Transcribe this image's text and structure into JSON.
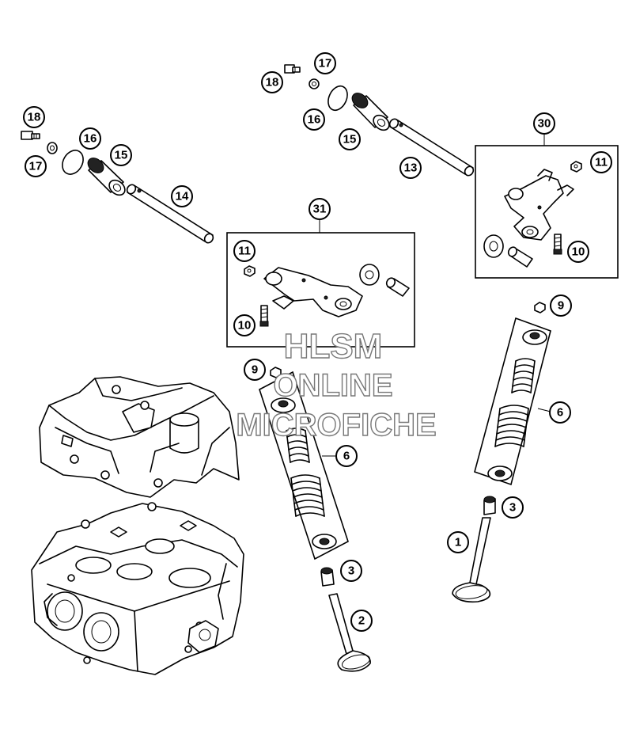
{
  "watermark": {
    "line1": "HLSM",
    "line2": "ONLINE",
    "line3": "MICROFICHE"
  },
  "callouts": {
    "c18_left": "18",
    "c17_left": "17",
    "c16_left": "16",
    "c15_left": "15",
    "c14": "14",
    "c18_right": "18",
    "c17_right": "17",
    "c16_right": "16",
    "c15_right": "15",
    "c13": "13",
    "c30": "30",
    "c11_right": "11",
    "c10_right": "10",
    "c31": "31",
    "c11_mid": "11",
    "c10_mid": "10",
    "c9_mid": "9",
    "c6_mid": "6",
    "c3_mid": "3",
    "c2": "2",
    "c9_right": "9",
    "c6_right": "6",
    "c3_right": "3",
    "c1": "1"
  }
}
